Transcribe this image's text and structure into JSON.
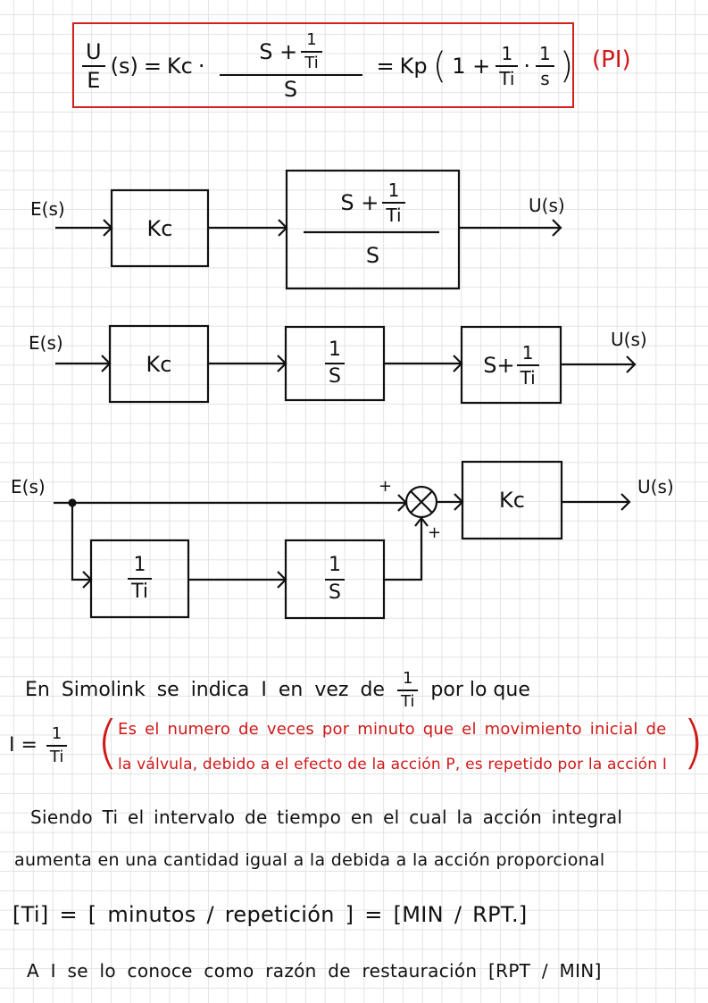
{
  "formula": {
    "lhs_num": "U",
    "lhs_den": "E",
    "lhs_arg": "(s)",
    "eq1": "=",
    "kc": "Kc",
    "dot": "·",
    "mid_num_s": "S +",
    "mid_num_frac_num": "1",
    "mid_num_frac_den": "Ti",
    "mid_den": "S",
    "eq2": "=",
    "kp": "Kp",
    "paren_open": "(",
    "one_plus": "1 +",
    "r_frac1_num": "1",
    "r_frac1_den": "Ti",
    "r_dot": "·",
    "r_frac2_num": "1",
    "r_frac2_den": "s",
    "paren_close": ")",
    "tag": "(PI)"
  },
  "diagram1": {
    "input_label": "E(s)",
    "output_label": "U(s)",
    "block1": "Kc",
    "block2_num_s": "S +",
    "block2_num_frac_num": "1",
    "block2_num_frac_den": "Ti",
    "block2_den": "S"
  },
  "diagram2": {
    "input_label": "E(s)",
    "output_label": "U(s)",
    "block1": "Kc",
    "block2_num": "1",
    "block2_den": "S",
    "block3_s": "S+",
    "block3_frac_num": "1",
    "block3_frac_den": "Ti"
  },
  "diagram3": {
    "input_label": "E(s)",
    "output_label": "U(s)",
    "sum_sign_top": "+",
    "sum_sign_bottom": "+",
    "gain_block": "Kc",
    "integral_gain_num": "1",
    "integral_gain_den": "Ti",
    "integrator_num": "1",
    "integrator_den": "S"
  },
  "notes": {
    "line1_pre": "En Simolink se indica  I en vez de",
    "line1_frac_num": "1",
    "line1_frac_den": "Ti",
    "line1_post": "por lo que",
    "i_def_lhs": "I =",
    "i_def_num": "1",
    "i_def_den": "Ti",
    "red_line1": "Es el numero de veces por minuto que el movimiento inicial de",
    "red_line2": "la válvula, debido a el efecto de la acción P, es repetido por la acción I",
    "ti_line1": "Siendo Ti el intervalo de tiempo en el cual la acción integral",
    "ti_line2": "aumenta en una cantidad igual a la debida a la acción proporcional",
    "units_line": "[Ti] = [ minutos / repetición ] = [MIN / RPT.]",
    "last_line": "A I se lo conoce como razón de restauración  [RPT / MIN]"
  },
  "colors": {
    "ink": "#111111",
    "accent_red": "#d01818",
    "grid": "#e3e3e3"
  }
}
